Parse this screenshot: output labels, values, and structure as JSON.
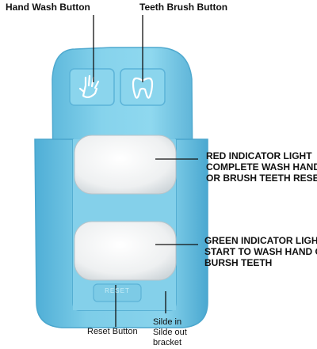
{
  "labels": {
    "hand_wash_button": "Hand  Wash Button",
    "teeth_brush_button": "Teeth Brush Button",
    "red_indicator": [
      "RED INDICATOR LIGHT",
      "COMPLETE WASH HAND",
      "OR BRUSH TEETH RESET"
    ],
    "green_indicator": [
      "GREEN INDICATOR LIGHT:",
      "START TO WASH HAND OR",
      "BURSH TEETH"
    ],
    "reset_button": "Reset Button",
    "slide_bracket": [
      "Silde in",
      "Silde out",
      "bracket"
    ]
  },
  "device": {
    "reset_text": "RESET",
    "body_color": "#7fcfe8",
    "light_color": "#f4f4f4"
  }
}
